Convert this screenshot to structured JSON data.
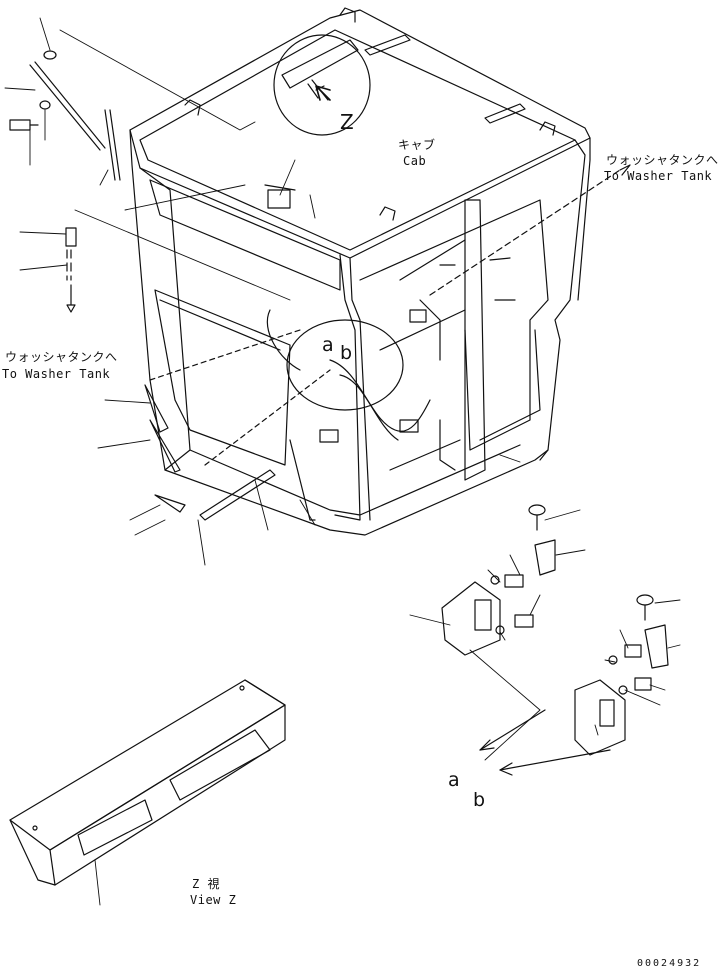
{
  "labels": {
    "cab_jp": "キャブ",
    "cab_en": "Cab",
    "washer_right_jp": "ウォッシャタンクへ",
    "washer_right_en": "To Washer Tank",
    "washer_left_jp": "ウォッシャタンクへ",
    "washer_left_en": "To Washer Tank",
    "view_jp": "Z 視",
    "view_en": "View Z",
    "z_mark": "Z"
  },
  "refs": {
    "a_cab": "a",
    "b_cab": "b",
    "a_detail": "a",
    "b_detail": "b"
  },
  "doc_number": "00024932",
  "colors": {
    "line": "#111111",
    "background": "#ffffff"
  }
}
